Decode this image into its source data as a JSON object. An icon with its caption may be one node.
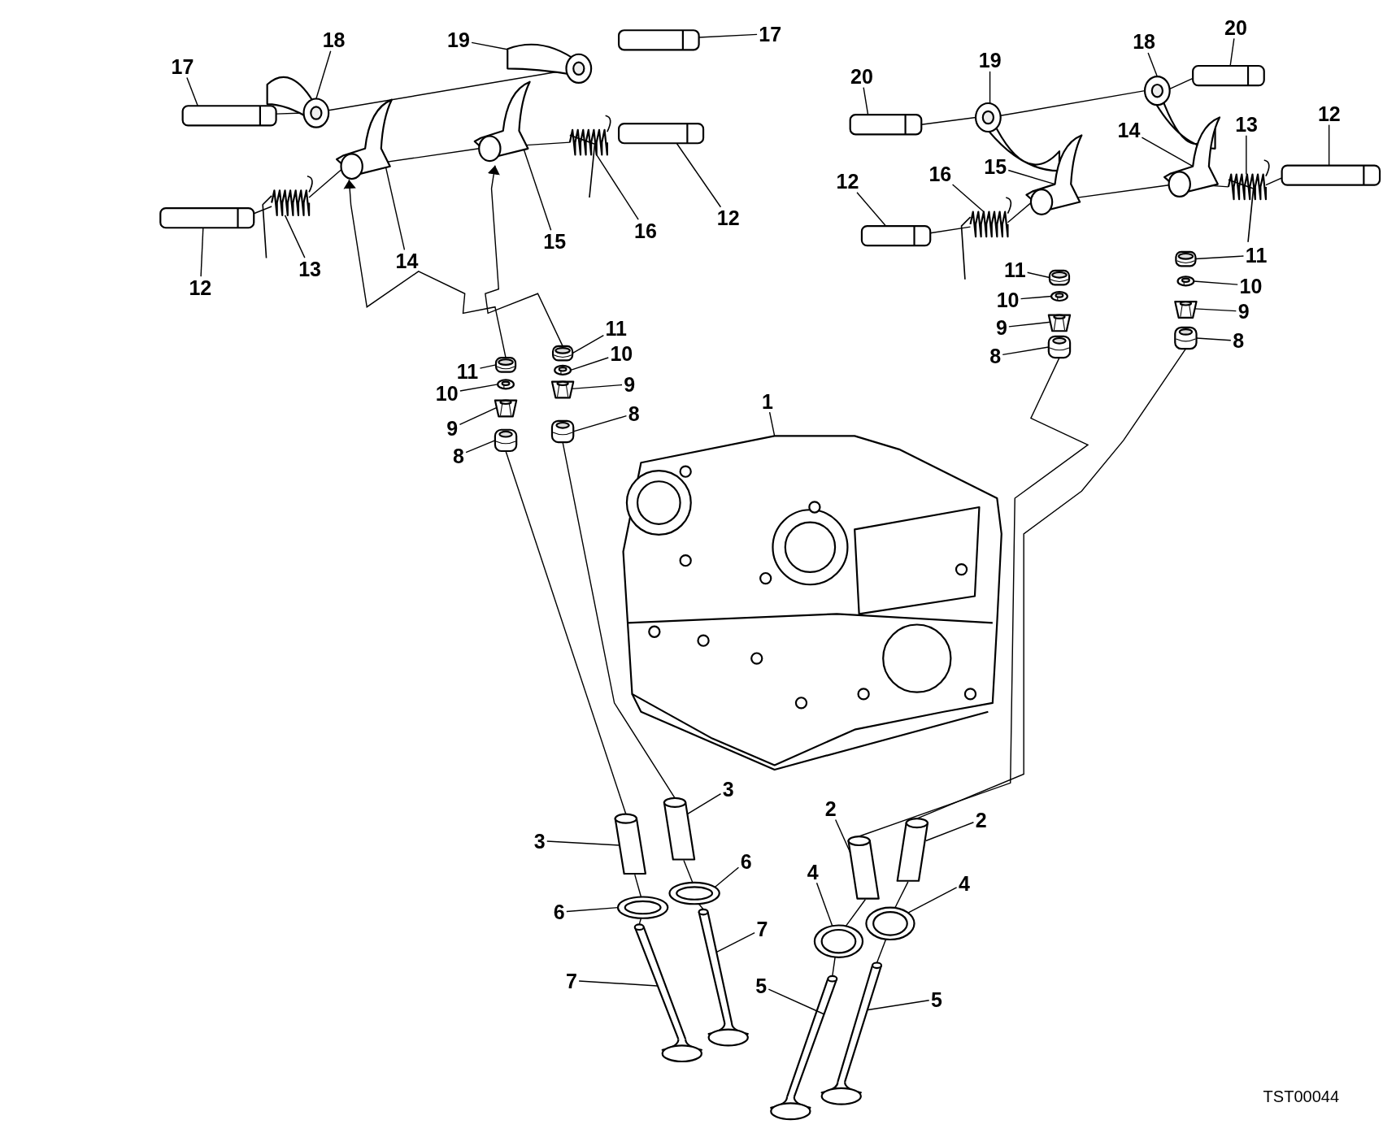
{
  "diagram": {
    "nodes": [
      {
        "text": [
          "17"
        ]
      },
      {
        "text": [
          "18"
        ]
      },
      {
        "text": [
          "19"
        ]
      },
      {
        "text": [
          "17"
        ]
      },
      {
        "text": [
          "12"
        ]
      },
      {
        "text": [
          "13"
        ]
      },
      {
        "text": [
          "14"
        ]
      },
      {
        "text": [
          "15"
        ]
      },
      {
        "text": [
          "16"
        ]
      },
      {
        "text": [
          "12"
        ]
      },
      {
        "text": [
          "20"
        ]
      },
      {
        "text": [
          "19"
        ]
      },
      {
        "text": [
          "18"
        ]
      },
      {
        "text": [
          "20"
        ]
      },
      {
        "text": [
          "12"
        ]
      },
      {
        "text": [
          "14"
        ]
      },
      {
        "text": [
          "13"
        ]
      },
      {
        "text": [
          "16"
        ]
      },
      {
        "text": [
          "15"
        ]
      },
      {
        "text": [
          "12"
        ]
      },
      {
        "text": [
          "11"
        ]
      },
      {
        "text": [
          "10"
        ]
      },
      {
        "text": [
          "9"
        ]
      },
      {
        "text": [
          "8"
        ]
      },
      {
        "text": [
          "11"
        ]
      },
      {
        "text": [
          "10"
        ]
      },
      {
        "text": [
          "9"
        ]
      },
      {
        "text": [
          "8"
        ]
      },
      {
        "text": [
          "11"
        ]
      },
      {
        "text": [
          "10"
        ]
      },
      {
        "text": [
          "9"
        ]
      },
      {
        "text": [
          "8"
        ]
      },
      {
        "text": [
          "11"
        ]
      },
      {
        "text": [
          "10"
        ]
      },
      {
        "text": [
          "9"
        ]
      },
      {
        "text": [
          "8"
        ]
      },
      {
        "text": [
          "1"
        ]
      },
      {
        "text": [
          "3"
        ]
      },
      {
        "text": [
          "3"
        ]
      },
      {
        "text": [
          "2"
        ]
      },
      {
        "text": [
          "2"
        ]
      },
      {
        "text": [
          "6"
        ]
      },
      {
        "text": [
          "6"
        ]
      },
      {
        "text": [
          "4"
        ]
      },
      {
        "text": [
          "4"
        ]
      },
      {
        "text": [
          "7"
        ]
      },
      {
        "text": [
          "7"
        ]
      },
      {
        "text": [
          "5"
        ]
      },
      {
        "text": [
          "5"
        ]
      },
      {
        "text": [],
        "shape": "picture"
      },
      {
        "text": [],
        "shape": "picture"
      },
      {
        "text": [],
        "shape": "picture"
      },
      {
        "text": [],
        "shape": "picture"
      },
      {
        "text": [],
        "shape": "picture"
      },
      {
        "text": [],
        "shape": "picture"
      },
      {
        "text": [],
        "shape": "picture"
      },
      {
        "text": [],
        "shape": "picture"
      },
      {
        "text": [],
        "shape": "picture"
      },
      {
        "text": [],
        "shape": "picture"
      },
      {
        "text": [],
        "shape": "picture"
      },
      {
        "text": [],
        "shape": "picture"
      },
      {
        "text": [],
        "shape": "picture"
      },
      {
        "text": [],
        "shape": "picture"
      },
      {
        "text": [],
        "shape": "picture"
      },
      {
        "text": [],
        "shape": "picture"
      },
      {
        "text": [],
        "shape": "picture"
      },
      {
        "text": [],
        "shape": "picture"
      },
      {
        "text": [],
        "shape": "picture"
      },
      {
        "text": [],
        "shape": "picture"
      },
      {
        "text": [],
        "shape": "picture"
      },
      {
        "text": [],
        "shape": "picture"
      },
      {
        "text": [],
        "shape": "picture"
      },
      {
        "text": [],
        "shape": "picture"
      },
      {
        "text": [],
        "shape": "picture"
      },
      {
        "text": [],
        "shape": "picture"
      },
      {
        "text": [],
        "shape": "picture"
      },
      {
        "text": [],
        "shape": "picture"
      },
      {
        "text": [],
        "shape": "picture"
      },
      {
        "text": [],
        "shape": "picture"
      },
      {
        "text": [],
        "shape": "picture"
      },
      {
        "text": [],
        "shape": "picture"
      },
      {
        "text": [],
        "shape": "picture"
      },
      {
        "text": [],
        "shape": "picture"
      },
      {
        "text": [],
        "shape": "picture"
      },
      {
        "text": [],
        "shape": "picture"
      },
      {
        "text": [],
        "shape": "picture"
      },
      {
        "text": [],
        "shape": "picture"
      },
      {
        "text": [],
        "shape": "picture"
      },
      {
        "text": [],
        "shape": "picture"
      },
      {
        "text": [],
        "shape": "picture"
      },
      {
        "text": [],
        "shape": "picture"
      },
      {
        "text": [],
        "shape": "picture"
      },
      {
        "text": [],
        "shape": "picture"
      },
      {
        "text": [],
        "shape": "picture"
      },
      {
        "text": [],
        "shape": "picture"
      },
      {
        "text": [],
        "shape": "picture"
      },
      {
        "text": [],
        "shape": "picture"
      },
      {
        "text": [],
        "shape": "picture"
      }
    ],
    "edges": [
      {
        "from": 0,
        "to": 49,
        "arrow": "none"
      },
      {
        "from": 1,
        "to": 50,
        "arrow": "none"
      },
      {
        "from": 2,
        "to": 51,
        "arrow": "none"
      },
      {
        "from": 3,
        "to": 52,
        "arrow": "none"
      },
      {
        "from": 4,
        "to": 53,
        "arrow": "none"
      },
      {
        "from": 5,
        "to": 54,
        "arrow": "none"
      },
      {
        "from": 6,
        "to": 55,
        "arrow": "none"
      },
      {
        "from": 7,
        "to": 56,
        "arrow": "none"
      },
      {
        "from": 8,
        "to": 57,
        "arrow": "none"
      },
      {
        "from": 9,
        "to": 58,
        "arrow": "none"
      },
      {
        "from": 10,
        "to": 59,
        "arrow": "none"
      },
      {
        "from": 11,
        "to": 60,
        "arrow": "none"
      },
      {
        "from": 12,
        "to": 61,
        "arrow": "none"
      },
      {
        "from": 13,
        "to": 62,
        "arrow": "none"
      },
      {
        "from": 14,
        "to": 63,
        "arrow": "none"
      },
      {
        "from": 15,
        "to": 64,
        "arrow": "none"
      },
      {
        "from": 16,
        "to": 65,
        "arrow": "none"
      },
      {
        "from": 17,
        "to": 66,
        "arrow": "none"
      },
      {
        "from": 18,
        "to": 67,
        "arrow": "none"
      },
      {
        "from": 19,
        "to": 68,
        "arrow": "none"
      },
      {
        "from": 20,
        "to": 69,
        "arrow": "none"
      },
      {
        "from": 21,
        "to": 70,
        "arrow": "none"
      },
      {
        "from": 22,
        "to": 71,
        "arrow": "none"
      },
      {
        "from": 23,
        "to": 72,
        "arrow": "none"
      },
      {
        "from": 24,
        "to": 73,
        "arrow": "none"
      },
      {
        "from": 25,
        "to": 74,
        "arrow": "none"
      },
      {
        "from": 26,
        "to": 75,
        "arrow": "none"
      },
      {
        "from": 27,
        "to": 76,
        "arrow": "none"
      },
      {
        "from": 28,
        "to": 77,
        "arrow": "none"
      },
      {
        "from": 29,
        "to": 78,
        "arrow": "none"
      },
      {
        "from": 30,
        "to": 79,
        "arrow": "none"
      },
      {
        "from": 31,
        "to": 80,
        "arrow": "none"
      },
      {
        "from": 32,
        "to": 81,
        "arrow": "none"
      },
      {
        "from": 33,
        "to": 82,
        "arrow": "none"
      },
      {
        "from": 34,
        "to": 83,
        "arrow": "none"
      },
      {
        "from": 35,
        "to": 84,
        "arrow": "none"
      },
      {
        "from": 36,
        "to": 85,
        "arrow": "none"
      },
      {
        "from": 37,
        "to": 86,
        "arrow": "none"
      },
      {
        "from": 38,
        "to": 87,
        "arrow": "none"
      },
      {
        "from": 39,
        "to": 88,
        "arrow": "none"
      },
      {
        "from": 40,
        "to": 89,
        "arrow": "none"
      },
      {
        "from": 41,
        "to": 90,
        "arrow": "none"
      },
      {
        "from": 42,
        "to": 91,
        "arrow": "none"
      },
      {
        "from": 43,
        "to": 92,
        "arrow": "none"
      },
      {
        "from": 44,
        "to": 93,
        "arrow": "none"
      },
      {
        "from": 45,
        "to": 94,
        "arrow": "none"
      },
      {
        "from": 46,
        "to": 95,
        "arrow": "none"
      },
      {
        "from": 47,
        "to": 96,
        "arrow": "none"
      },
      {
        "from": 48,
        "to": 97,
        "arrow": "none"
      },
      {
        "from": 49,
        "to": 50,
        "arrow": "none"
      },
      {
        "from": 50,
        "to": 51,
        "arrow": "none"
      },
      {
        "from": 53,
        "to": 54,
        "arrow": "none"
      },
      {
        "from": 54,
        "to": 55,
        "arrow": "none"
      },
      {
        "from": 55,
        "to": 56,
        "arrow": "none"
      },
      {
        "from": 56,
        "to": 57,
        "arrow": "none"
      },
      {
        "from": 59,
        "to": 60,
        "arrow": "none"
      },
      {
        "from": 60,
        "to": 61,
        "arrow": "none"
      },
      {
        "from": 61,
        "to": 62,
        "arrow": "none"
      },
      {
        "from": 68,
        "to": 66,
        "arrow": "none"
      },
      {
        "from": 66,
        "to": 67,
        "arrow": "none"
      },
      {
        "from": 67,
        "to": 64,
        "arrow": "none"
      },
      {
        "from": 64,
        "to": 65,
        "arrow": "none"
      },
      {
        "from": 65,
        "to": 63,
        "arrow": "none"
      },
      {
        "from": 80,
        "to": 87,
        "arrow": "none"
      },
      {
        "from": 84,
        "to": 86,
        "arrow": "none"
      },
      {
        "from": 87,
        "to": 91,
        "arrow": "none"
      },
      {
        "from": 86,
        "to": 90,
        "arrow": "none"
      },
      {
        "from": 91,
        "to": 95,
        "arrow": "none"
      },
      {
        "from": 90,
        "to": 94,
        "arrow": "none"
      },
      {
        "from": 72,
        "to": 88,
        "arrow": "none"
      },
      {
        "from": 76,
        "to": 89,
        "arrow": "none"
      },
      {
        "from": 88,
        "to": 92,
        "arrow": "none"
      },
      {
        "from": 89,
        "to": 93,
        "arrow": "none"
      },
      {
        "from": 92,
        "to": 96,
        "arrow": "none"
      },
      {
        "from": 93,
        "to": 97,
        "arrow": "none"
      },
      {
        "from": 77,
        "to": 55,
        "arrow": "to"
      },
      {
        "from": 81,
        "to": 56,
        "arrow": "to"
      }
    ],
    "labels": [
      "TST00044"
    ]
  }
}
